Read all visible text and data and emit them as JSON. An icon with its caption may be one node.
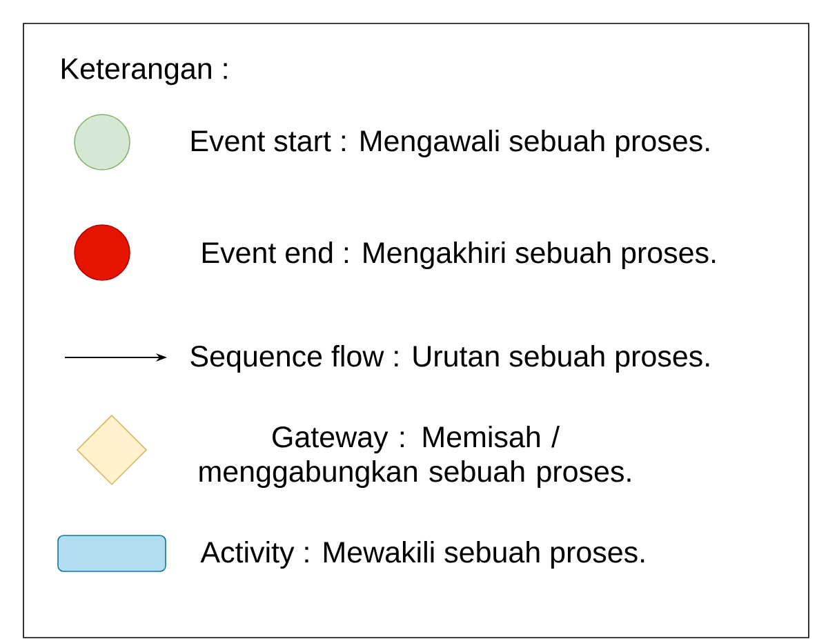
{
  "diagram": {
    "title": "Keterangan :",
    "legend": [
      {
        "text": "Event start : Mengawali sebuah proses."
      },
      {
        "text": "Event end : Mengakhiri sebuah proses."
      },
      {
        "text": "Sequence flow : Urutan sebuah proses."
      },
      {
        "text": "Gateway : Memisah / menggabungkan sebuah proses."
      },
      {
        "text": "Activity : Mewakili sebuah proses.",
        "color": "#b1ddf0"
      }
    ]
  }
}
